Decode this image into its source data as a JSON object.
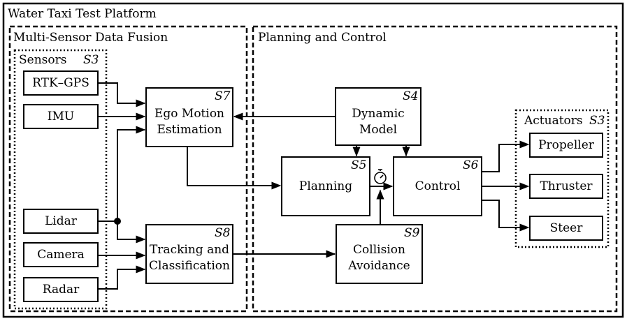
{
  "platform": {
    "title": "Water Taxi Test Platform"
  },
  "groups": {
    "fusion": {
      "title": "Multi-Sensor Data Fusion"
    },
    "sensors": {
      "title": "Sensors",
      "tag": "S3"
    },
    "planning_control": {
      "title": "Planning and Control"
    },
    "actuators": {
      "title": "Actuators",
      "tag": "S3"
    }
  },
  "sensors": {
    "rtk_gps": "RTK–GPS",
    "imu": "IMU",
    "lidar": "Lidar",
    "camera": "Camera",
    "radar": "Radar"
  },
  "modules": {
    "ego_motion": {
      "line1": "Ego Motion",
      "line2": "Estimation",
      "tag": "S7"
    },
    "tracking": {
      "line1": "Tracking and",
      "line2": "Classification",
      "tag": "S8"
    },
    "dynamic_model": {
      "line1": "Dynamic",
      "line2": "Model",
      "tag": "S4"
    },
    "planning": {
      "label": "Planning",
      "tag": "S5"
    },
    "control": {
      "label": "Control",
      "tag": "S6"
    },
    "collision": {
      "line1": "Collision",
      "line2": "Avoidance",
      "tag": "S9"
    }
  },
  "actuators": {
    "propeller": "Propeller",
    "thruster": "Thruster",
    "steer": "Steer"
  },
  "icons": {
    "clock": "stopwatch-icon"
  }
}
